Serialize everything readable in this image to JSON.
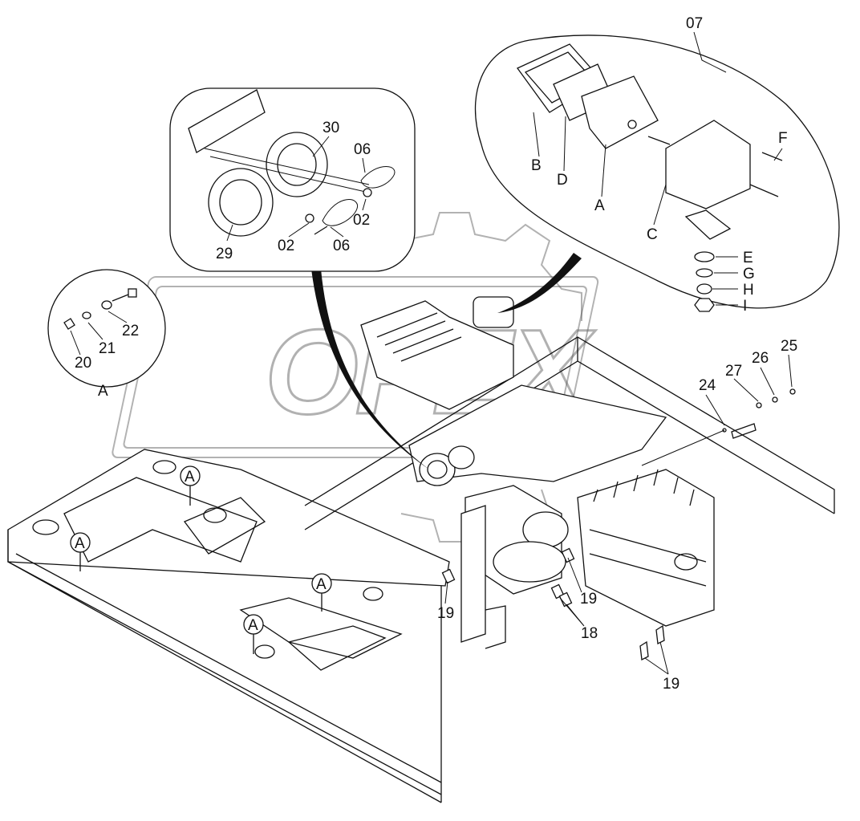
{
  "diagram": {
    "watermark_text": "OPEX",
    "labels": {
      "l07": "07",
      "l30": "30",
      "l06a": "06",
      "l02a": "02",
      "l29": "29",
      "l02b": "02",
      "l06b": "06",
      "lB": "B",
      "lD": "D",
      "lA_lamp": "A",
      "lC": "C",
      "lF": "F",
      "lE": "E",
      "lG": "G",
      "lH": "H",
      "lI": "I",
      "l20": "20",
      "l21": "21",
      "l22": "22",
      "lA_detail": "A",
      "l24": "24",
      "l27": "27",
      "l26": "26",
      "l25": "25",
      "l19a": "19",
      "l19b": "19",
      "l18": "18",
      "l19c": "19",
      "callout1": "A",
      "callout2": "A",
      "callout3": "A",
      "callout4": "A"
    }
  }
}
